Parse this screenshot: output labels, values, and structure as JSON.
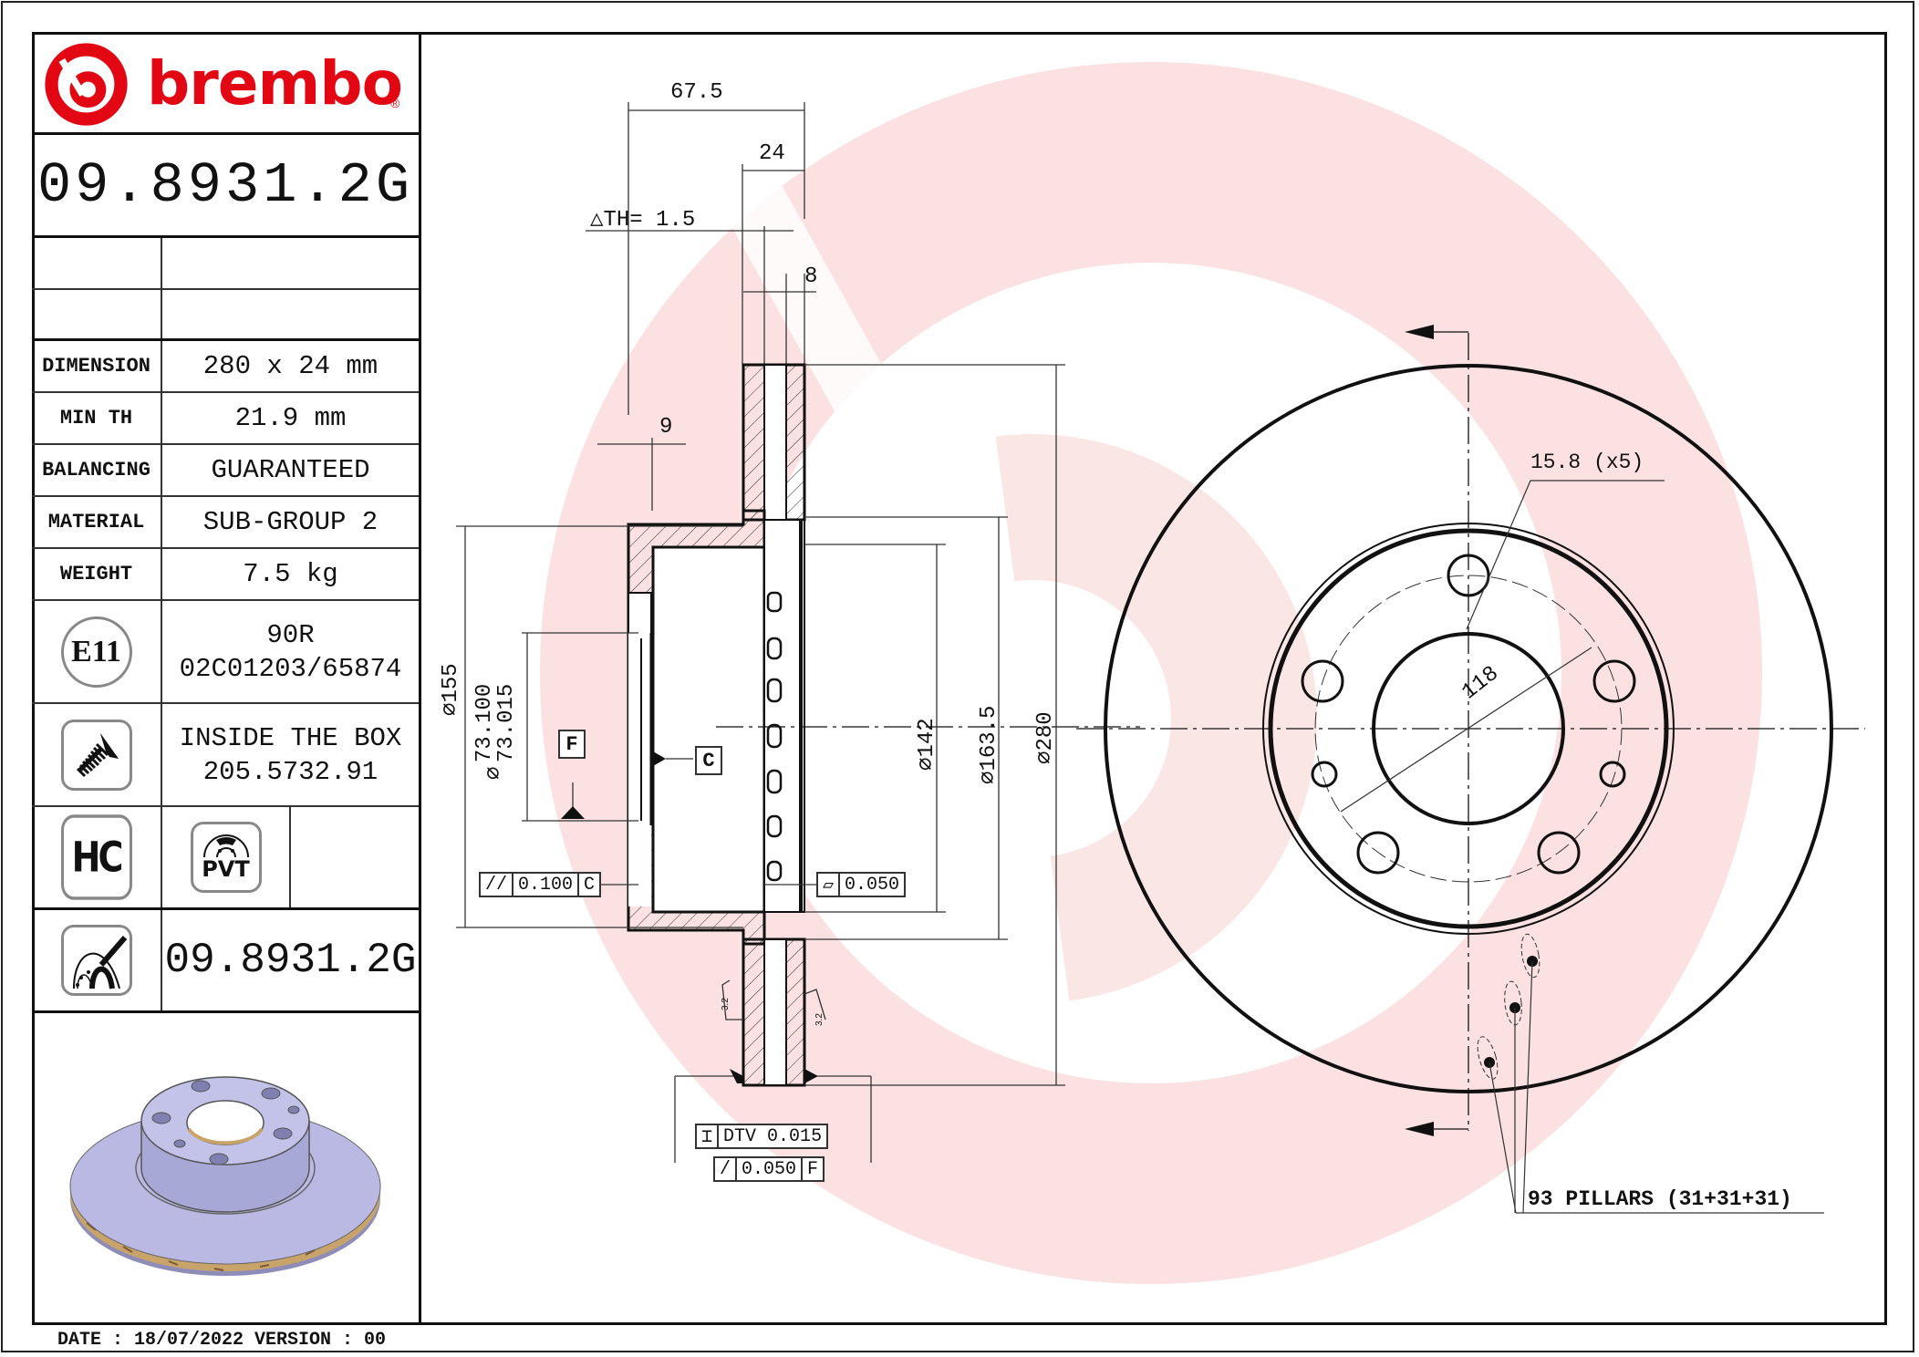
{
  "brand": {
    "name": "brembo",
    "registered_mark": "®",
    "color": "#e30613"
  },
  "part_number": "09.8931.2G",
  "specs": [
    {
      "label": "DIMENSION",
      "value": "280 x 24 mm"
    },
    {
      "label": "MIN TH",
      "value": "21.9 mm"
    },
    {
      "label": "BALANCING",
      "value": "GUARANTEED"
    },
    {
      "label": "MATERIAL",
      "value": "SUB-GROUP 2"
    },
    {
      "label": "WEIGHT",
      "value": "7.5 kg"
    }
  ],
  "approval": {
    "icon": "E11",
    "line1": "90R",
    "line2": "02C01203/65874"
  },
  "screws": {
    "icon": "screw-icon",
    "line1": "INSIDE THE BOX",
    "line2": "205.5732.91"
  },
  "badges": {
    "hc": "HC",
    "pvt": "PVT"
  },
  "kit_part_number": "09.8931.2G",
  "footer": {
    "date_text": "DATE : 18/07/2022 VERSION : 00"
  },
  "section_view": {
    "dims": {
      "overall_offset": "67.5",
      "thickness": "24",
      "delta_th": "△TH= 1.5",
      "vane": "8",
      "hat_wall": "9",
      "d155": "∅155",
      "d73_upper": "73.100",
      "d73_lower": "73.015",
      "d73_prefix": "∅",
      "d142": "∅142",
      "d163": "∅163.5",
      "d280": "∅280",
      "roughness_left": "3.2",
      "roughness_right": "3.2"
    },
    "datums": {
      "F": "F",
      "C": "C"
    },
    "tolerances": {
      "parallelism": {
        "symbol": "//",
        "value": "0.100",
        "datum": "C"
      },
      "flatness": {
        "symbol": "▱",
        "value": "0.050"
      },
      "dtv": {
        "symbol": "⌶",
        "value": "DTV 0.015"
      },
      "runout": {
        "symbol": "/",
        "value": "0.050",
        "datum": "F"
      }
    }
  },
  "front_view": {
    "bolt_hole_label": "15.8 (x5)",
    "pcd_label": "118",
    "pillars_label": "93 PILLARS (31+31+31)"
  },
  "colors": {
    "line": "#111111",
    "watermark": "#fbe3e3",
    "render_face": "#b7b7e0",
    "render_vane": "#c9a46a"
  }
}
